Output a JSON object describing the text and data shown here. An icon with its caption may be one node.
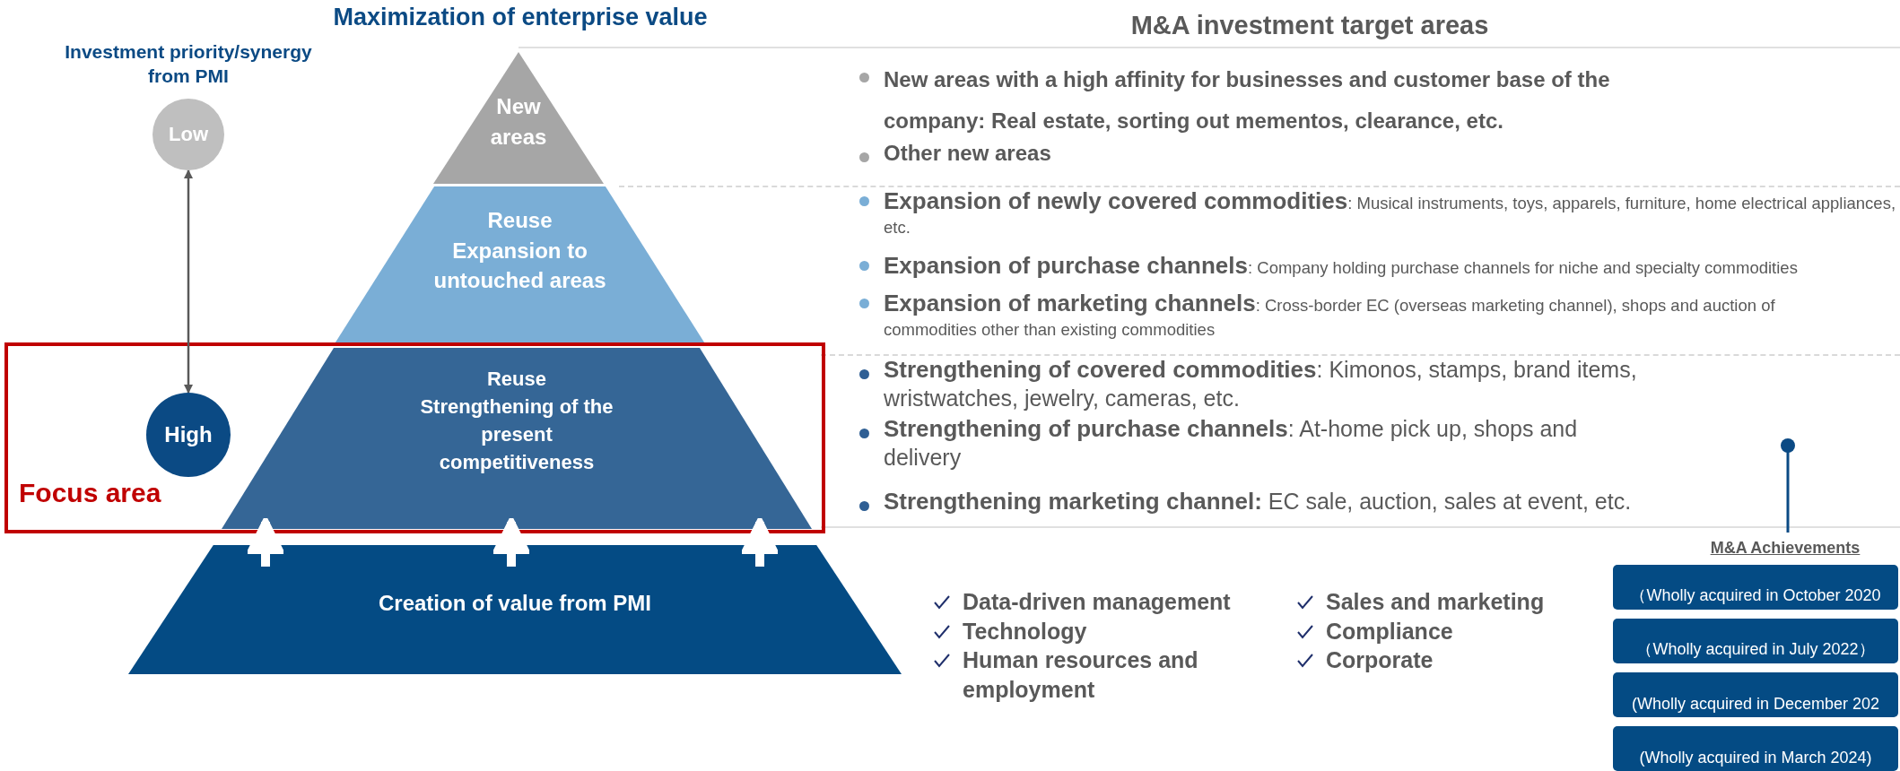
{
  "diagram": {
    "title": "Maximization of enterprise value",
    "nodes": [
      {
        "text": [
          "Low"
        ]
      },
      {
        "text": [
          "New areas"
        ]
      },
      {
        "text": [
          "Reuse",
          "Expansion to untouched areas"
        ]
      },
      {
        "text": [
          "Focus area"
        ]
      },
      {
        "text": [
          "High"
        ],
        "in": 3
      },
      {
        "text": [
          "Reuse",
          "Strengthening of the present competitiveness"
        ],
        "in": 3
      },
      {
        "text": [
          "Creation of value from PMI"
        ]
      },
      {
        "text": [
          "（Wholly acquired in October 2020"
        ]
      },
      {
        "text": [
          "（Wholly acquired in July 2022）"
        ]
      },
      {
        "text": [
          "(Wholly acquired in December 202"
        ]
      },
      {
        "text": [
          "(Wholly acquired in March 2024)"
        ]
      }
    ],
    "edges": [
      {
        "from": 0,
        "to": 4,
        "arrow": "both",
        "color": "#595959"
      },
      {
        "from": 6,
        "to": 5,
        "arrow": "to"
      },
      {
        "from": 6,
        "to": 5,
        "arrow": "to"
      },
      {
        "from": 6,
        "to": 5,
        "arrow": "to"
      }
    ],
    "labels": [
      "Investment priority/synergy from PMI",
      "M&A investment target areas",
      "New areas with a high affinity for businesses and customer base of the company: Real estate, sorting out mementos, clearance, etc.",
      "Other new areas",
      "**Expansion of newly covered commodities**: Musical instruments, toys, apparels, furniture, home electrical appliances, etc.",
      "**Expansion of purchase channels**:  Company holding purchase channels for niche and specialty commodities",
      "**Expansion of marketing channels**: Cross-border EC (overseas marketing channel), shops and auction of commodities other than existing commodities",
      "**Strengthening of covered commodities**: Kimonos, stamps, brand items, wristwatches, jewelry, cameras, etc.",
      "**Strengthening of purchase channels**: At-home pick up, shops and delivery",
      "**Strengthening marketing channel:** EC sale, auction, sales at event, etc.",
      "Data-driven management",
      "Sales and marketing",
      "Technology",
      "Compliance",
      "Human resources and employment",
      "Corporate",
      "M&A Achievements"
    ]
  }
}
